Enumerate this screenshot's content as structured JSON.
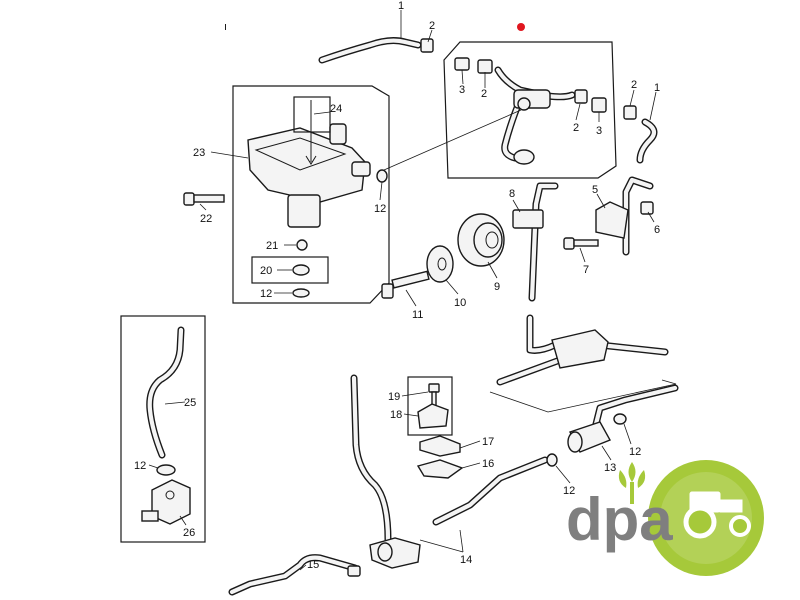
{
  "labels": {
    "top_pipe_1": "1",
    "top_nut_2": "2",
    "marker_dot_label": "",
    "unit_3a": "3",
    "unit_2a": "2",
    "unit_2b": "2",
    "unit_3b": "3",
    "right_nut_2": "2",
    "right_pipe_1": "1",
    "label_24": "24",
    "label_23": "23",
    "label_12_tank": "12",
    "label_22": "22",
    "label_21": "21",
    "label_20": "20",
    "label_12_washer": "12",
    "label_8": "8",
    "label_5": "5",
    "label_6": "6",
    "label_7": "7",
    "label_9": "9",
    "label_10": "10",
    "label_11": "11",
    "label_25": "25",
    "label_12_left": "12",
    "label_26": "26",
    "label_19": "19",
    "label_18": "18",
    "label_17": "17",
    "label_16": "16",
    "label_12_right_top": "12",
    "label_13": "13",
    "label_12_bottom": "12",
    "label_14": "14",
    "label_15": "15",
    "stray_mark": "ı"
  },
  "logo": {
    "text": "dpa",
    "colors": {
      "green": "#a6c93a",
      "gray": "#7f7f7f"
    }
  },
  "colors": {
    "marker_red": "#e0161f",
    "ink": "#1a1a1a"
  }
}
